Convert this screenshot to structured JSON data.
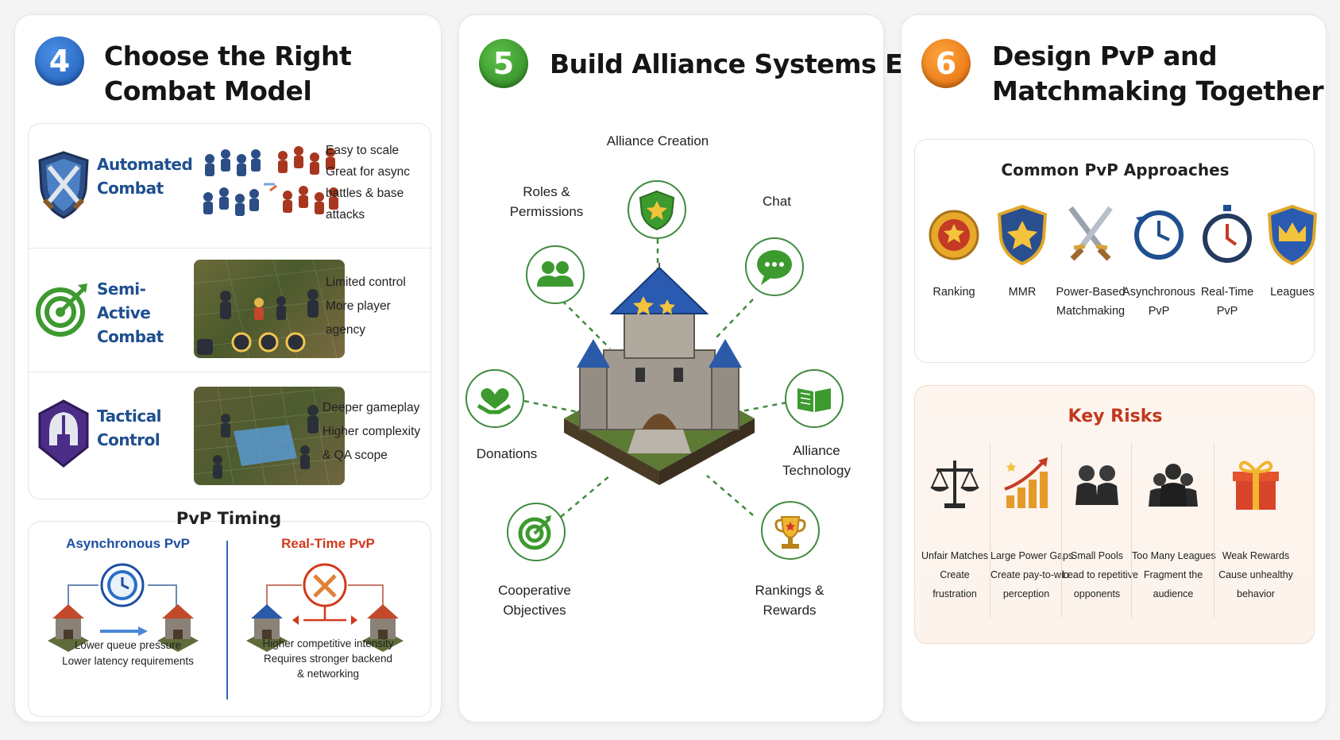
{
  "panel4": {
    "number": "4",
    "title": "Choose the Right\nCombat Model",
    "models": [
      {
        "label": "Automated\nCombat",
        "notes": [
          "Easy to scale",
          "Great for async",
          "battles & base",
          "attacks"
        ]
      },
      {
        "label": "Semi-Active\nCombat",
        "notes": [
          "Limited control",
          "More player",
          "agency"
        ]
      },
      {
        "label": "Tactical\nControl",
        "notes": [
          "Deeper gameplay",
          "Higher complexity",
          "& QA scope"
        ]
      }
    ],
    "timing": {
      "title": "PvP Timing",
      "async": {
        "label": "Asynchronous PvP",
        "notes": [
          "Lower queue pressure",
          "Lower latency requirements"
        ]
      },
      "realtime": {
        "label": "Real-Time PvP",
        "notes": [
          "Higher competitive intensity",
          "Requires stronger backend",
          "& networking"
        ]
      }
    }
  },
  "panel5": {
    "number": "5",
    "title": "Build Alliance Systems Early",
    "nodes": {
      "creation": "Alliance Creation",
      "roles": "Roles &\nPermissions",
      "chat": "Chat",
      "donations": "Donations",
      "technology": "Alliance\nTechnology",
      "objectives": "Cooperative\nObjectives",
      "rankings": "Rankings &\nRewards"
    }
  },
  "panel6": {
    "number": "6",
    "title": "Design PvP and\nMatchmaking Together",
    "approaches_title": "Common PvP Approaches",
    "approaches": [
      {
        "label": "Ranking",
        "icon": "medal-icon"
      },
      {
        "label": "MMR",
        "icon": "star-shield-icon"
      },
      {
        "label": "Power-Based\nMatchmaking",
        "icon": "crossed-swords-icon"
      },
      {
        "label": "Asynchronous\nPvP",
        "icon": "clock-icon"
      },
      {
        "label": "Real-Time\nPvP",
        "icon": "stopwatch-icon"
      },
      {
        "label": "Leagues",
        "icon": "crown-shield-icon"
      }
    ],
    "risks_title": "Key Risks",
    "risks": [
      {
        "lines": [
          "Unfair Matches",
          "Create",
          "frustration"
        ],
        "icon": "scales-icon"
      },
      {
        "lines": [
          "Large Power Gaps",
          "Create pay-to-win",
          "perception"
        ],
        "icon": "growth-chart-icon"
      },
      {
        "lines": [
          "Small Pools",
          "Lead to repetitive",
          "opponents"
        ],
        "icon": "two-players-icon"
      },
      {
        "lines": [
          "Too Many Leagues",
          "Fragment the",
          "audience"
        ],
        "icon": "crowd-icon"
      },
      {
        "lines": [
          "Weak Rewards",
          "Cause unhealthy",
          "behavior"
        ],
        "icon": "gift-icon"
      }
    ]
  },
  "colors": {
    "blue_badge": "#2a6fc9",
    "green_badge": "#3c9a2e",
    "orange_badge": "#f07f1a",
    "model_blue": "#1f4f8f",
    "async_blue": "#1d4fa0",
    "realtime_red": "#d03a1c",
    "node_green": "#3f8a3f",
    "risk_red": "#c2381e"
  }
}
